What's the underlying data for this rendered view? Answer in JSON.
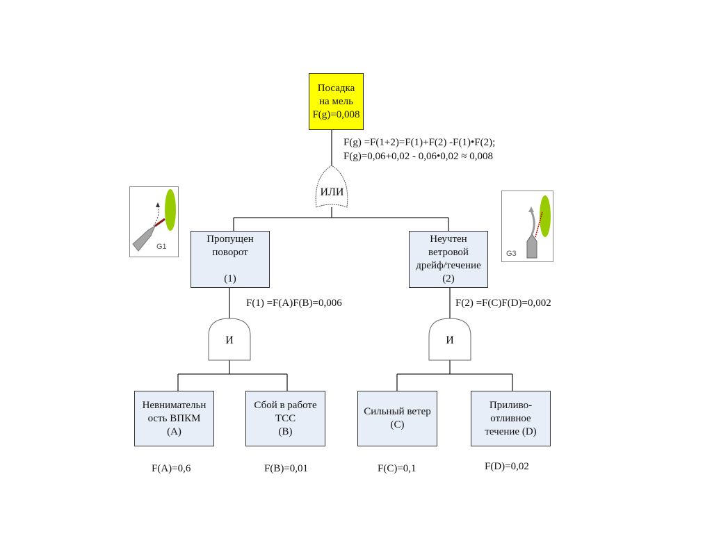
{
  "top_event": {
    "lines": [
      "Посадка",
      "на мель",
      "F(g)=0,008"
    ],
    "color": "#ffff00"
  },
  "formula_top": [
    "F(g) =F(1+2)=F(1)+F(2) -F(1)•F(2);",
    "F(g)=0,06+0,02 - 0,06•0,02 ≈ 0,008"
  ],
  "or_gate": {
    "label": "ИЛИ"
  },
  "intermediate": [
    {
      "lines": [
        "Пропущен",
        "поворот",
        "",
        "(1)"
      ],
      "formula": "F(1) =F(A)F(B)=0,006",
      "gate_label": "И",
      "thumbnail": {
        "label": "G1",
        "icon": "ship-turn-icon"
      }
    },
    {
      "lines": [
        "Неучтен",
        "ветровой",
        "дрейф/течение",
        "(2)"
      ],
      "formula": "F(2) =F(C)F(D)=0,002",
      "gate_label": "И",
      "thumbnail": {
        "label": "G3",
        "icon": "ship-drift-icon"
      }
    }
  ],
  "basic_events": [
    {
      "lines": [
        "Невнимательн",
        "ость ВПКМ",
        "(A)"
      ],
      "probability": "F(A)=0,6"
    },
    {
      "lines": [
        "Сбой в работе",
        "ТСС",
        "(B)"
      ],
      "probability": "F(B)=0,01"
    },
    {
      "lines": [
        "Сильный ветер",
        "(C)"
      ],
      "probability": "F(C)=0,1"
    },
    {
      "lines": [
        "Приливо-",
        "отливное",
        "течение (D)"
      ],
      "probability": "F(D)=0,02"
    }
  ],
  "colors": {
    "box_fill": "#e8eef8",
    "hazard_ellipse": "#99cc00",
    "ship": "#a6a6a6"
  }
}
